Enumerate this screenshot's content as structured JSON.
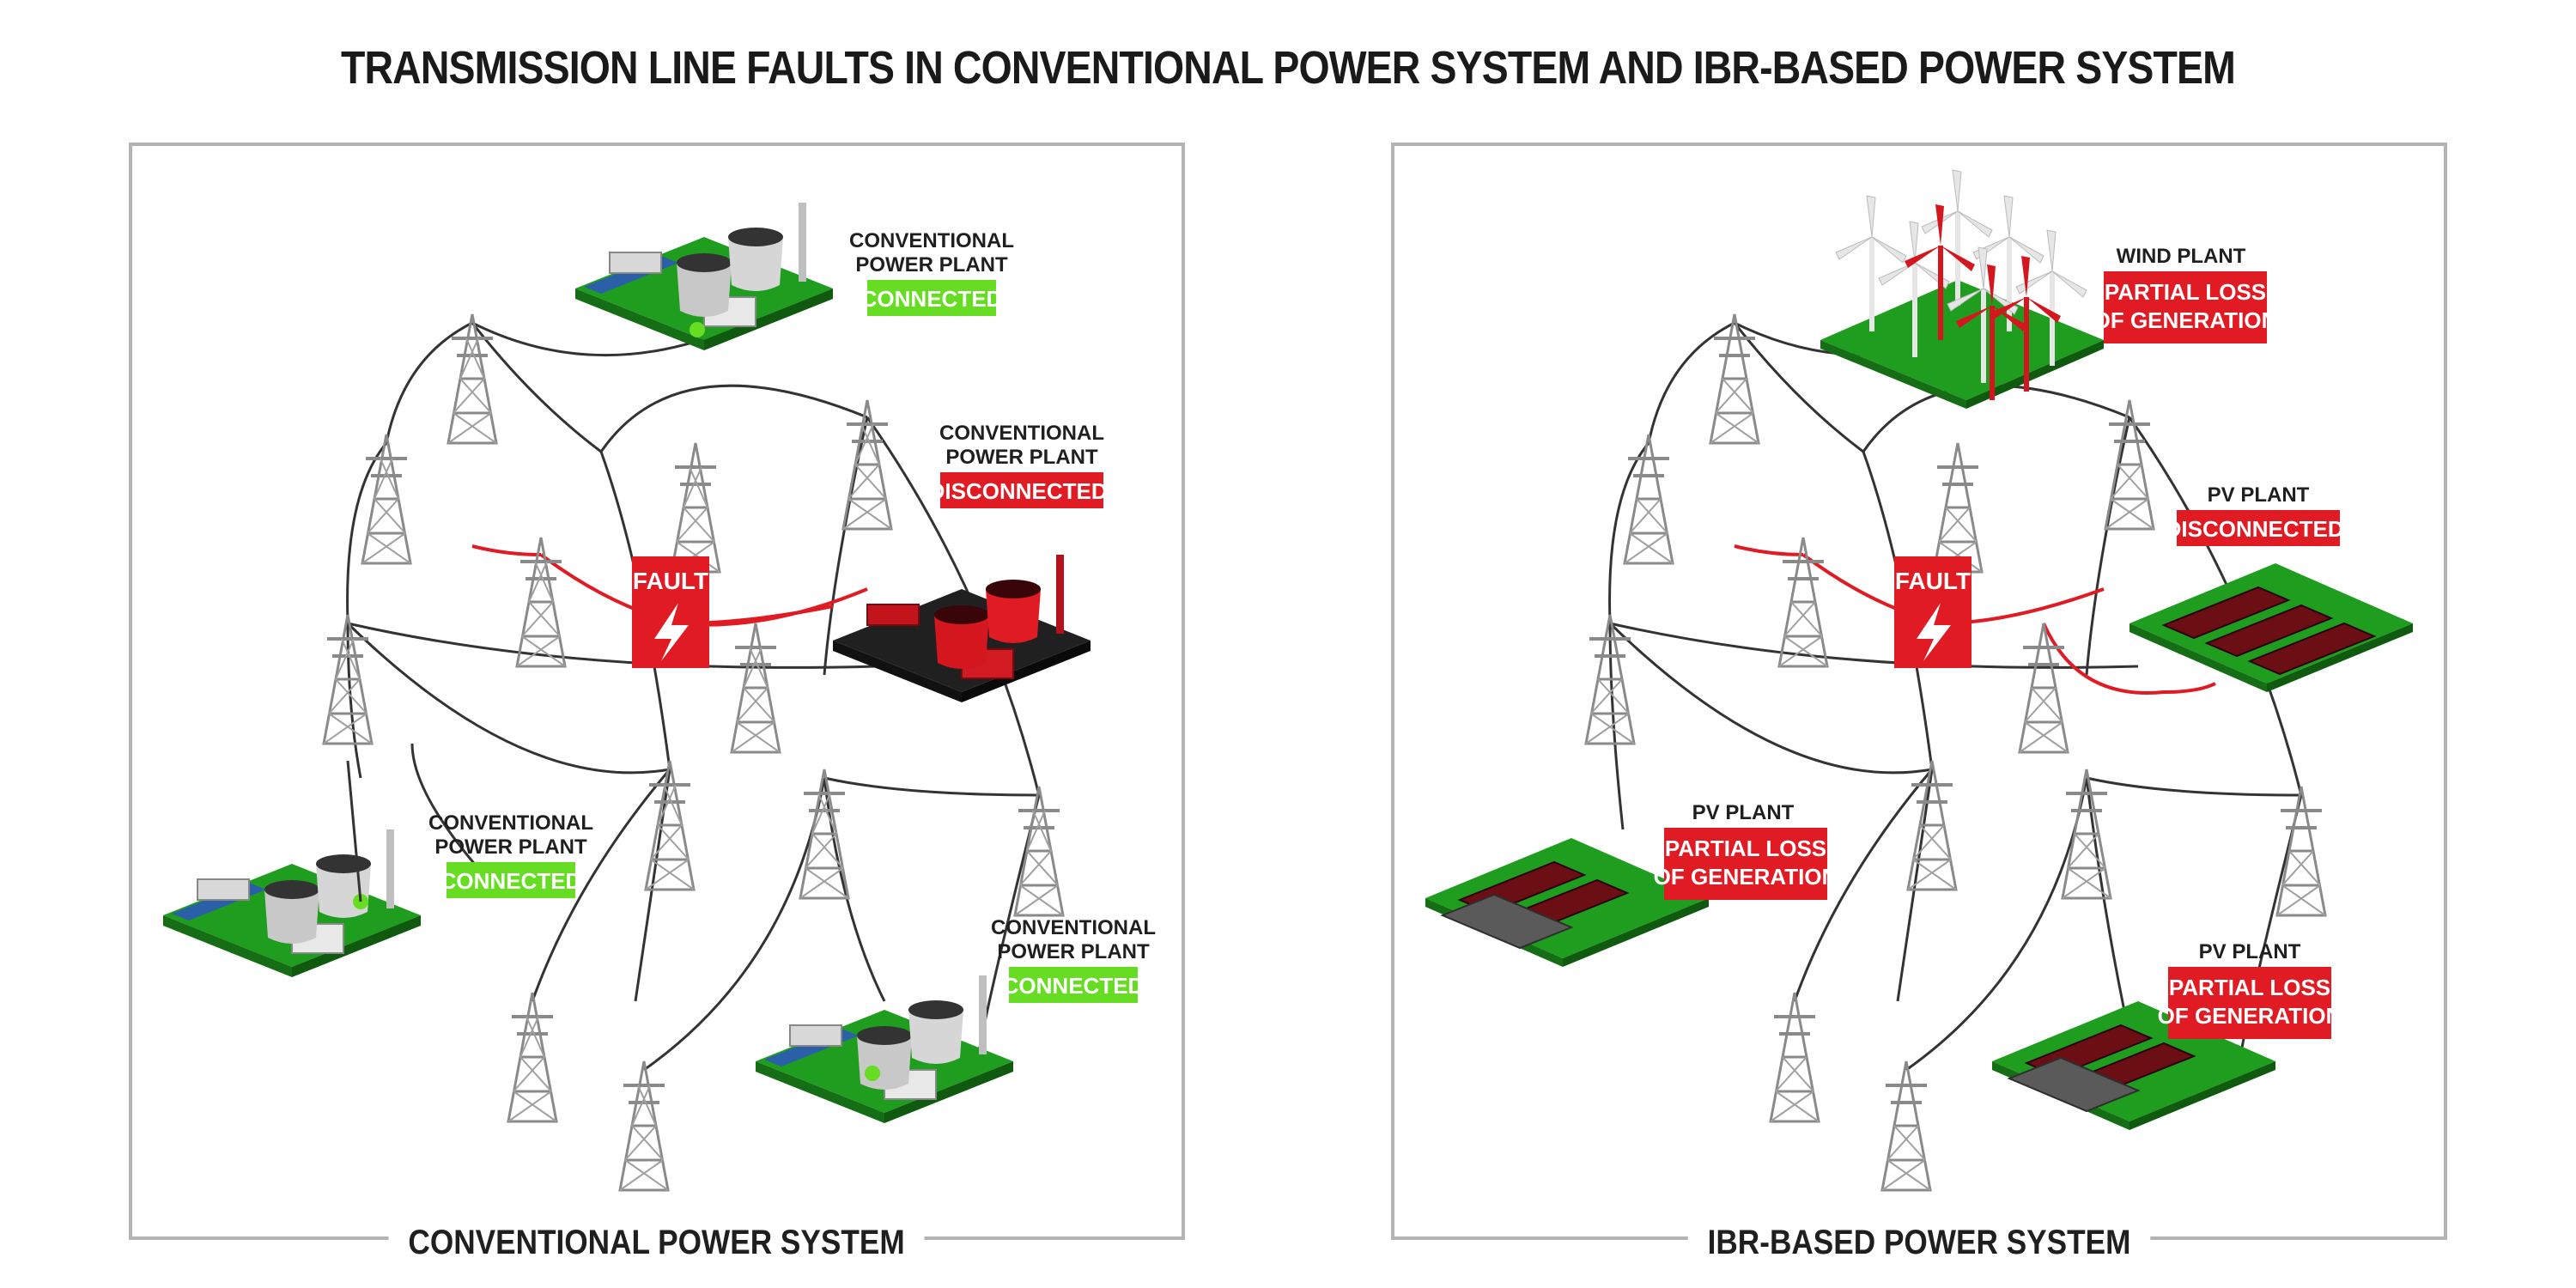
{
  "title": "TRANSMISSION LINE FAULTS IN CONVENTIONAL POWER SYSTEM AND IBR-BASED POWER SYSTEM",
  "colors": {
    "connected": "#66dd22",
    "fault": "#e01b24",
    "ground": "#1f9d1f",
    "line": "#333333",
    "frame": "#b3b3b3"
  },
  "left_panel": {
    "caption": "CONVENTIONAL POWER SYSTEM",
    "plants": [
      {
        "name_line1": "CONVENTIONAL",
        "name_line2": "POWER PLANT",
        "status": "CONNECTED"
      },
      {
        "name_line1": "CONVENTIONAL",
        "name_line2": "POWER PLANT",
        "status": "DISCONNECTED!"
      },
      {
        "name_line1": "CONVENTIONAL",
        "name_line2": "POWER PLANT",
        "status": "CONNECTED"
      },
      {
        "name_line1": "CONVENTIONAL",
        "name_line2": "POWER PLANT",
        "status": "CONNECTED"
      }
    ],
    "fault_label": "FAULT"
  },
  "right_panel": {
    "caption": "IBR-BASED POWER SYSTEM",
    "plants": [
      {
        "name": "WIND PLANT",
        "status_line1": "PARTIAL LOSS",
        "status_line2": "OF GENERATION"
      },
      {
        "name": "PV PLANT",
        "status_line1": "DISCONNECTED!",
        "status_line2": ""
      },
      {
        "name": "PV PLANT",
        "status_line1": "PARTIAL LOSS",
        "status_line2": "OF GENERATION"
      },
      {
        "name": "PV PLANT",
        "status_line1": "PARTIAL LOSS",
        "status_line2": "OF GENERATION"
      }
    ],
    "fault_label": "FAULT"
  }
}
